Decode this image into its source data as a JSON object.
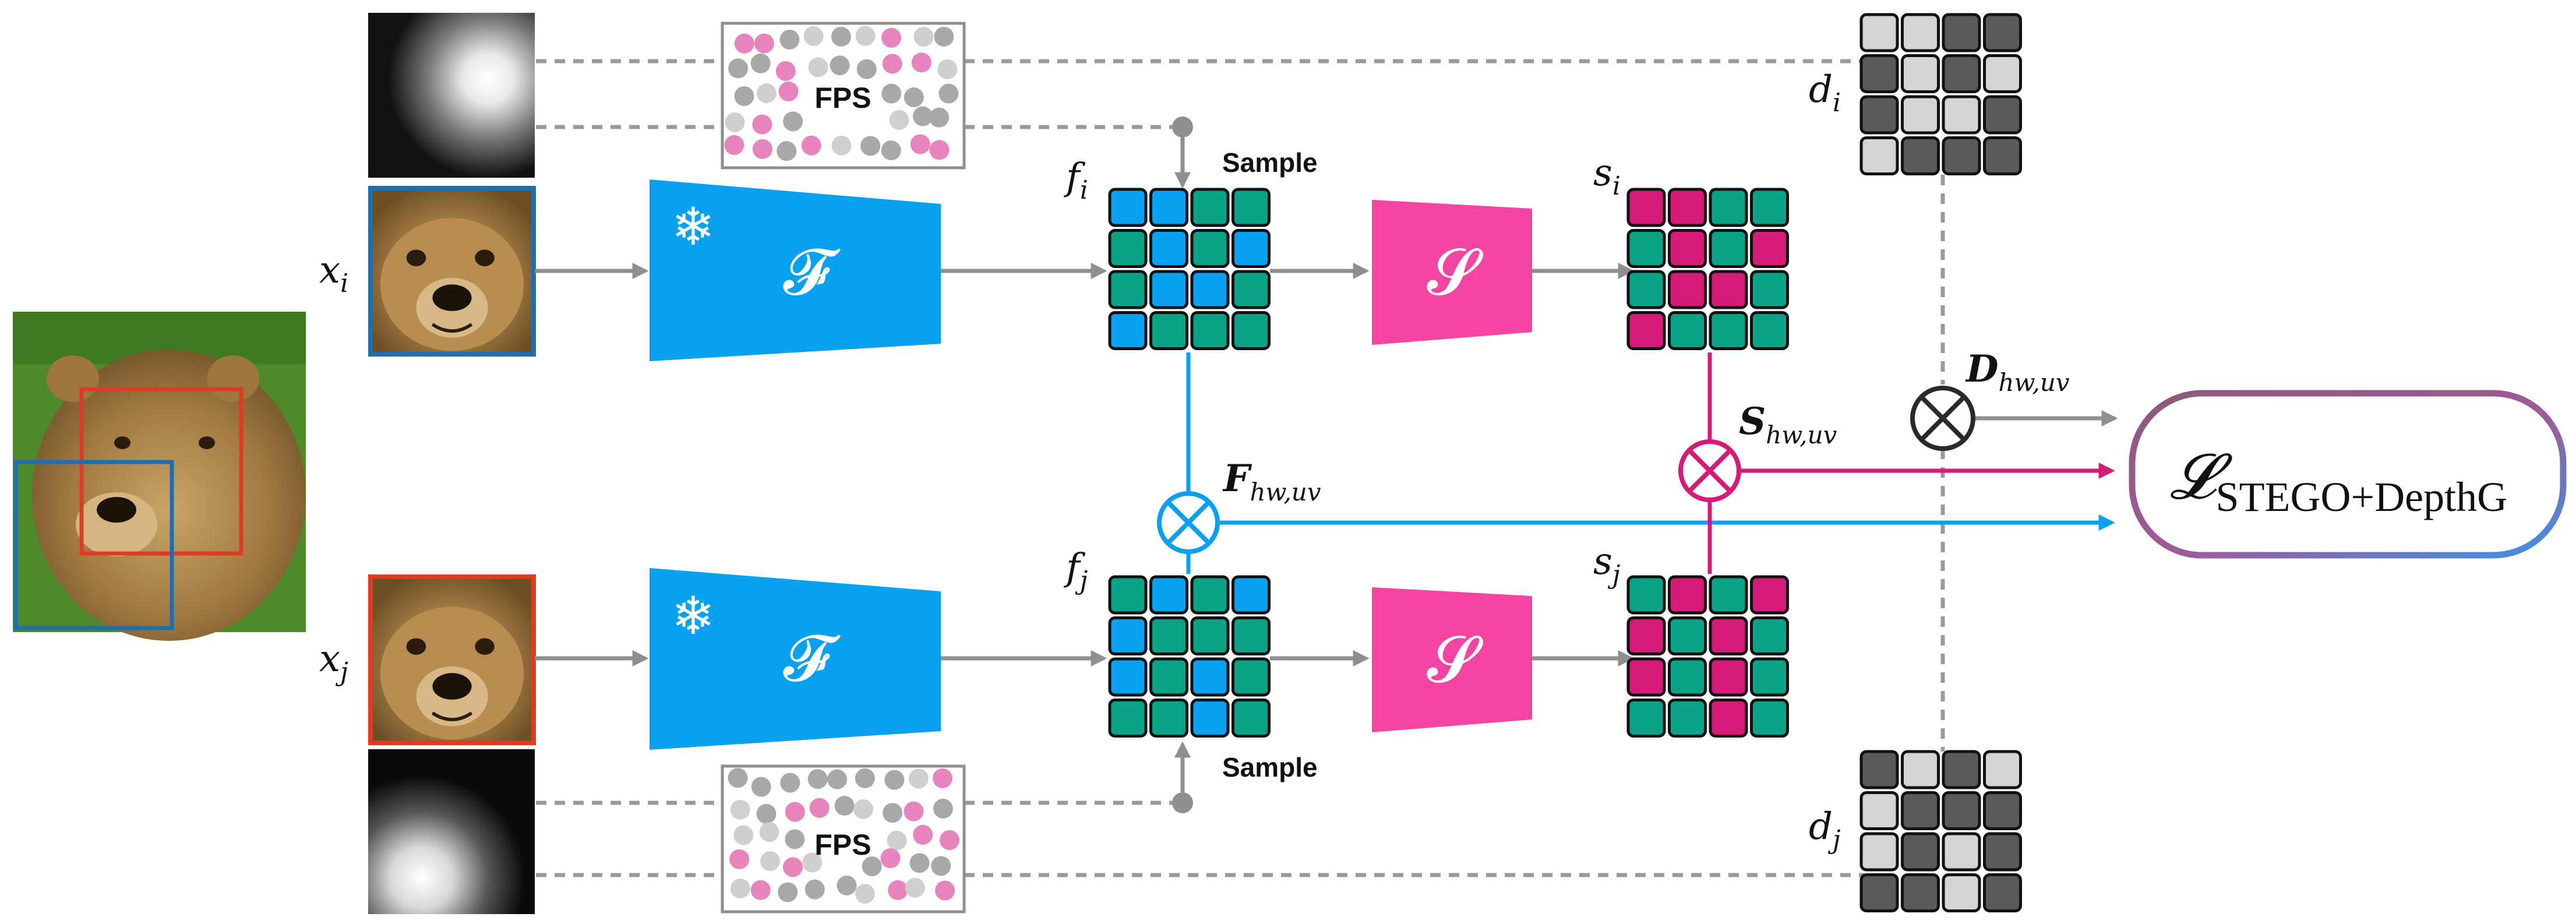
{
  "colors": {
    "blue": "#08a0f0",
    "teal": "#0aa387",
    "magenta": "#d51a78",
    "encoderBlue": "#08a0f0",
    "segPink": "#f545a3",
    "arrowGray": "#8f8f8f",
    "dashGray": "#9a9a9a",
    "frameBlue": "#1e6fb0",
    "frameRed": "#e03a22",
    "lossGradientStart": "#8b5a7a",
    "lossGradientEnd": "#3a93e6"
  },
  "icons": {
    "frozen": "snowflake-icon",
    "multiply": "circled-times-icon"
  },
  "labels": {
    "xi": {
      "base": "x",
      "sub": "i"
    },
    "xj": {
      "base": "x",
      "sub": "j"
    },
    "fi": {
      "base": "f",
      "sub": "i"
    },
    "fj": {
      "base": "f",
      "sub": "j"
    },
    "si": {
      "base": "s",
      "sub": "i"
    },
    "sj": {
      "base": "s",
      "sub": "j"
    },
    "di": {
      "base": "d",
      "sub": "i"
    },
    "dj": {
      "base": "d",
      "sub": "j"
    },
    "encoder": "𝓕",
    "segmenter": "𝓢",
    "fps": "FPS",
    "sample": "Sample",
    "F_corr": {
      "base": "F",
      "sub": "hw,uv"
    },
    "S_corr": {
      "base": "S",
      "sub": "hw,uv"
    },
    "D_corr": {
      "base": "D",
      "sub": "hw,uv"
    },
    "loss": {
      "base": "𝓛",
      "sub": "STEGO+DepthG"
    }
  },
  "grids": {
    "fi": [
      [
        "b",
        "b",
        "t",
        "t"
      ],
      [
        "t",
        "b",
        "t",
        "b"
      ],
      [
        "t",
        "b",
        "b",
        "t"
      ],
      [
        "b",
        "t",
        "t",
        "t"
      ]
    ],
    "fj": [
      [
        "t",
        "b",
        "t",
        "b"
      ],
      [
        "b",
        "t",
        "t",
        "t"
      ],
      [
        "b",
        "t",
        "b",
        "t"
      ],
      [
        "t",
        "t",
        "b",
        "t"
      ]
    ],
    "si": [
      [
        "m",
        "m",
        "t",
        "t"
      ],
      [
        "t",
        "m",
        "t",
        "m"
      ],
      [
        "t",
        "m",
        "m",
        "t"
      ],
      [
        "m",
        "t",
        "t",
        "t"
      ]
    ],
    "sj": [
      [
        "t",
        "m",
        "t",
        "m"
      ],
      [
        "m",
        "t",
        "m",
        "t"
      ],
      [
        "m",
        "t",
        "m",
        "t"
      ],
      [
        "t",
        "t",
        "m",
        "t"
      ]
    ],
    "di": [
      [
        "l",
        "l",
        "d",
        "d"
      ],
      [
        "d",
        "l",
        "d",
        "l"
      ],
      [
        "d",
        "l",
        "l",
        "d"
      ],
      [
        "l",
        "d",
        "d",
        "d"
      ]
    ],
    "dj": [
      [
        "d",
        "l",
        "d",
        "l"
      ],
      [
        "l",
        "d",
        "d",
        "d"
      ],
      [
        "l",
        "d",
        "l",
        "d"
      ],
      [
        "d",
        "d",
        "l",
        "d"
      ]
    ]
  }
}
